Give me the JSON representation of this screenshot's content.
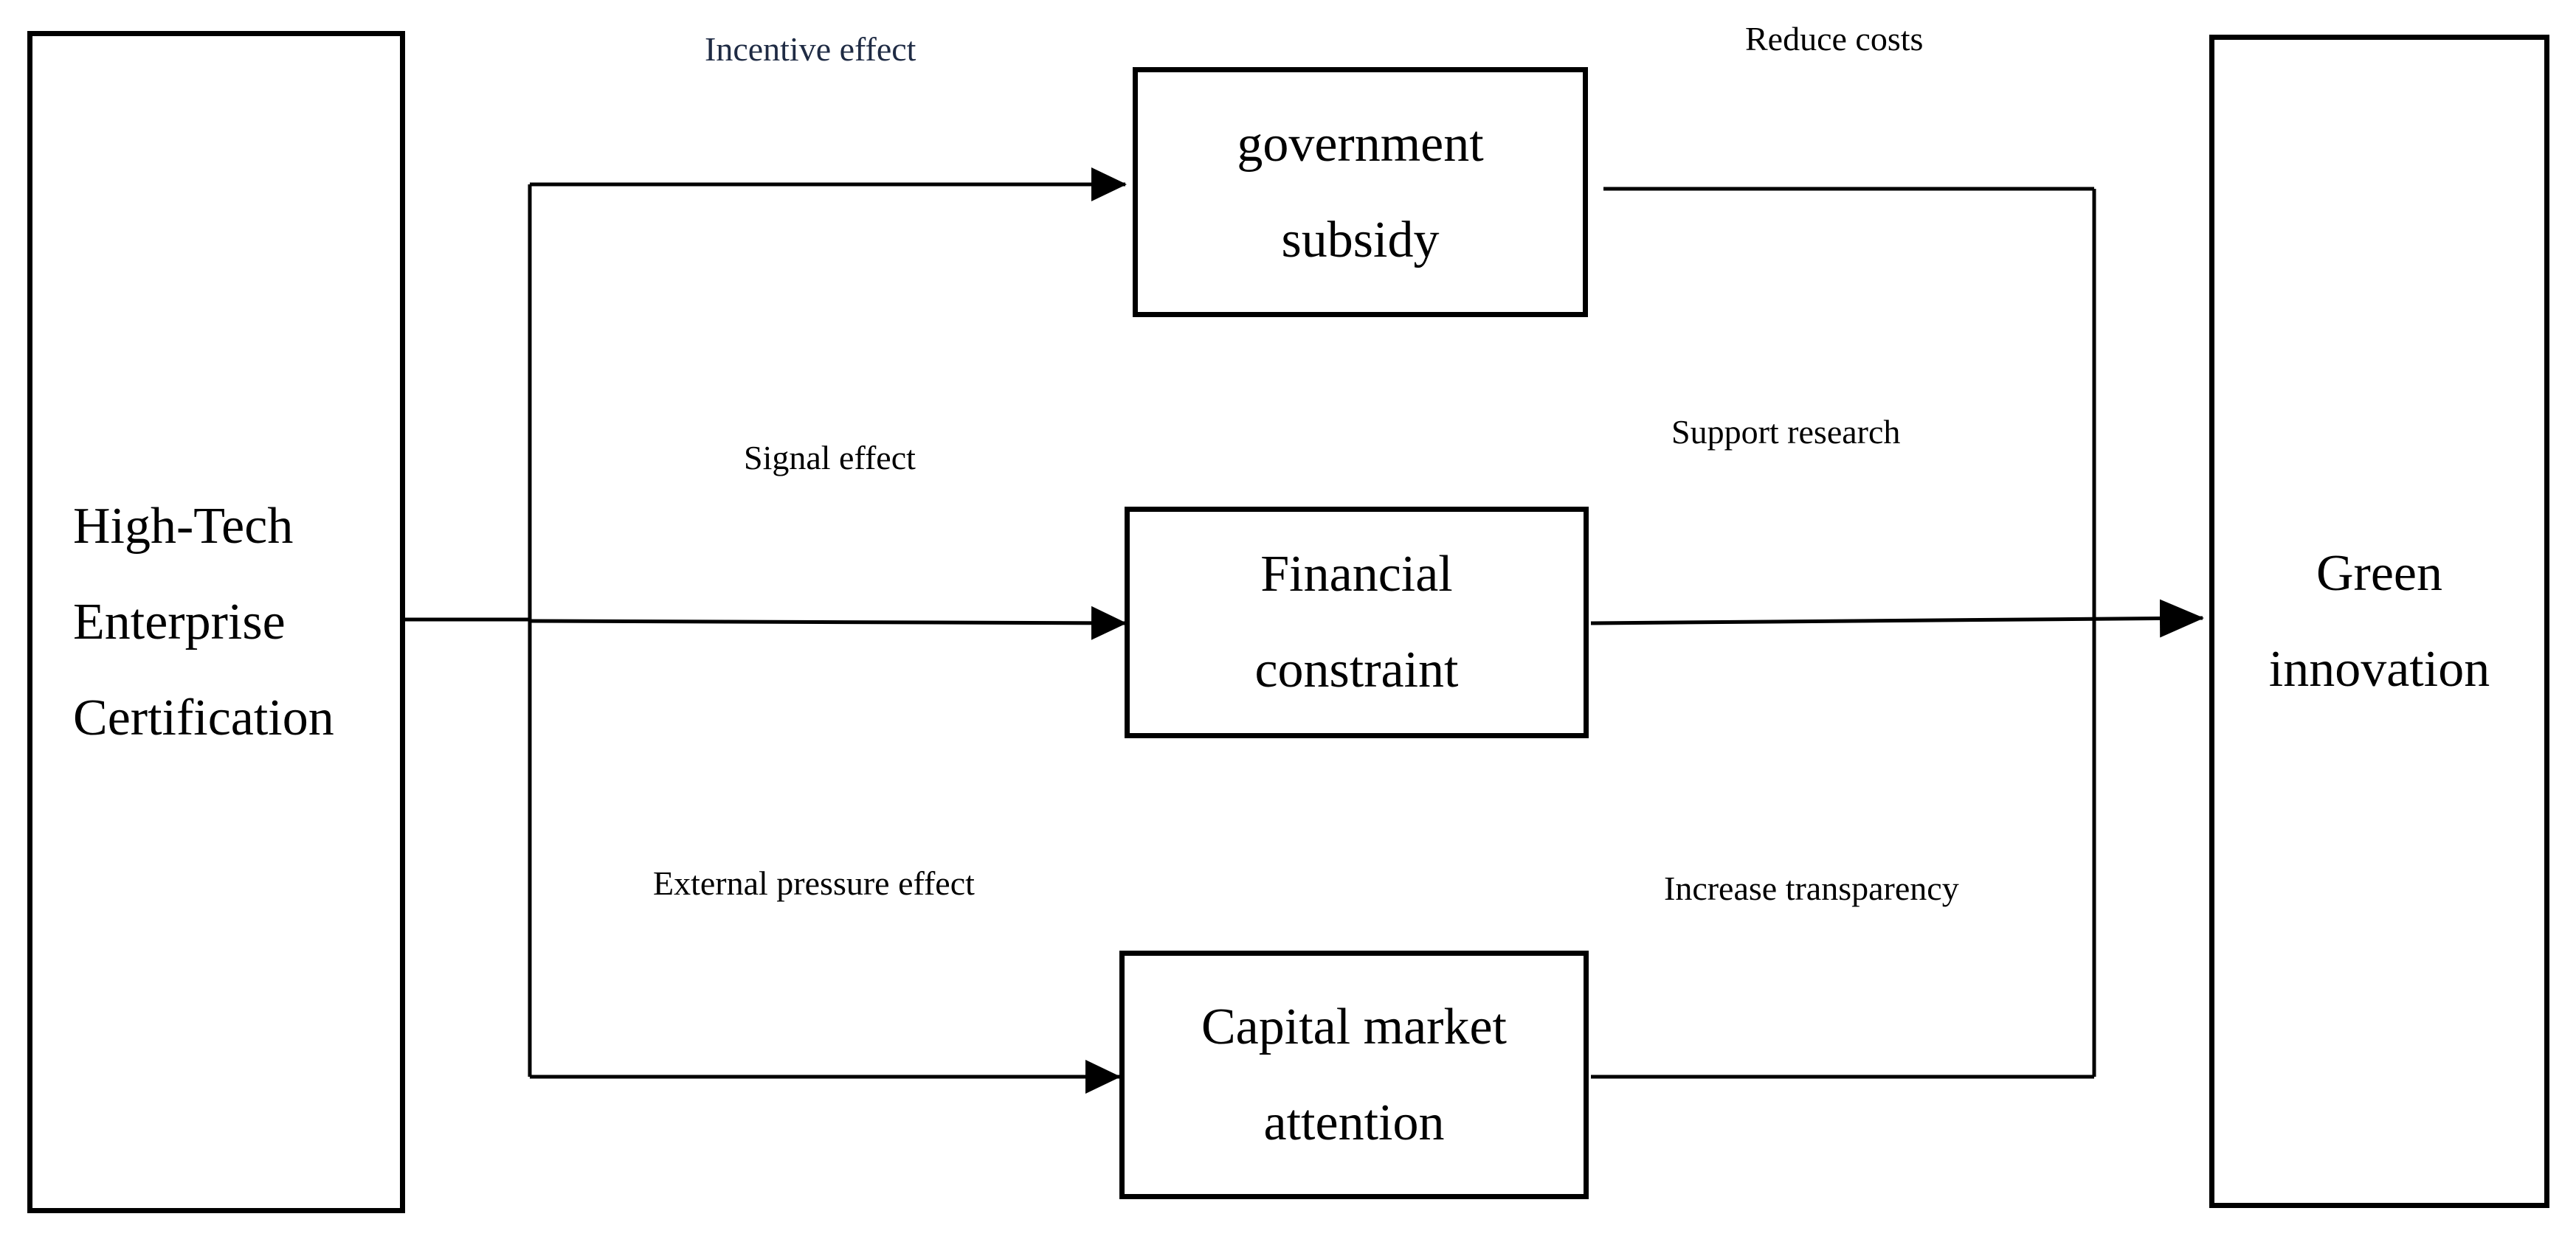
{
  "nodes": {
    "source": [
      "High-Tech",
      "Enterprise",
      "Certification"
    ],
    "subsidy": [
      "government",
      "subsidy"
    ],
    "financial": [
      "Financial",
      "constraint"
    ],
    "capital": [
      "Capital market",
      "attention"
    ],
    "target": [
      "Green",
      "innovation"
    ]
  },
  "edge_labels": {
    "incentive": "Incentive effect",
    "signal": "Signal effect",
    "pressure": "External pressure effect",
    "reduce_costs": "Reduce costs",
    "support_research": "Support research",
    "increase_transparency": "Increase transparency"
  },
  "colors": {
    "stroke": "#000000",
    "label_text": "#000000",
    "label_text_top": "#1f2b44"
  }
}
